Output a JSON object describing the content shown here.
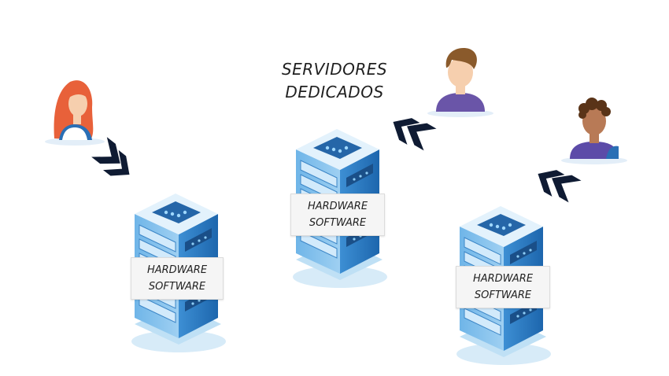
{
  "diagram": {
    "title_line1": "SERVIDORES",
    "title_line2": "DEDICADOS",
    "servers": [
      {
        "line1": "HARDWARE",
        "line2": "SOFTWARE"
      },
      {
        "line1": "HARDWARE",
        "line2": "SOFTWARE"
      },
      {
        "line1": "HARDWARE",
        "line2": "SOFTWARE"
      }
    ],
    "icons": {
      "user_left": "woman-avatar-icon",
      "user_middle": "man-avatar-icon",
      "user_right": "man-curly-avatar-icon",
      "server": "server-rack-icon",
      "arrow": "double-chevron-arrow-icon"
    },
    "colors": {
      "server_body": "#4a9ad8",
      "server_light": "#cfe8f8",
      "server_dark": "#1d5c9a",
      "arrow": "#0f1b33",
      "shirt": "#6a55a8",
      "hair_red": "#e8613a",
      "hair_brown": "#8a5a2b",
      "hair_dark": "#5a3418",
      "skin_light": "#f6cfae",
      "skin_dark": "#b87a56"
    }
  }
}
